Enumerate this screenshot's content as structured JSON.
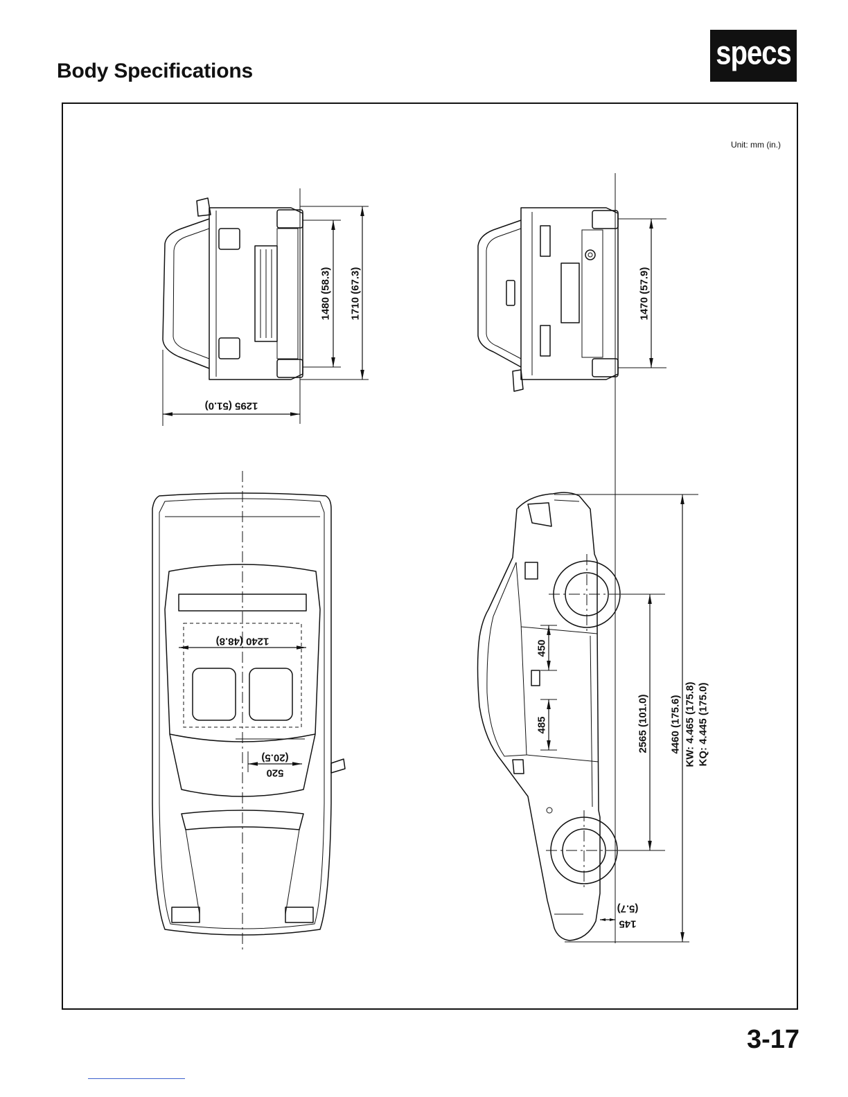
{
  "header": {
    "title": "Body Specifications",
    "badge": "specs"
  },
  "unit_note": "Unit: mm (in.)",
  "front_view": {
    "inner_dim": "1480 (58.3)",
    "outer_dim": "1710 (67.3)",
    "lower_dim": "1295 (51.0)"
  },
  "rear_view": {
    "dim": "1470 (57.9)"
  },
  "top_view": {
    "width_dim": "1240 (48.8)",
    "seat_dim": {
      "mm": "520",
      "in": "(20.5)"
    }
  },
  "side_view": {
    "upper_dim": "450",
    "lower_dim": "485",
    "wheel_dim": "2565 (101.0)",
    "length_dim": "4460 (175.6)",
    "length_kw": "KW: 4.465 (175.8)",
    "length_kq": "KQ: 4.445 (175.0)",
    "overhang_dim": {
      "mm": "145",
      "in": "(5.7)"
    }
  },
  "page_number": "3-17",
  "colors": {
    "ink": "#111111",
    "paper": "#ffffff",
    "badge_bg": "#111111",
    "badge_text": "#ffffff"
  }
}
